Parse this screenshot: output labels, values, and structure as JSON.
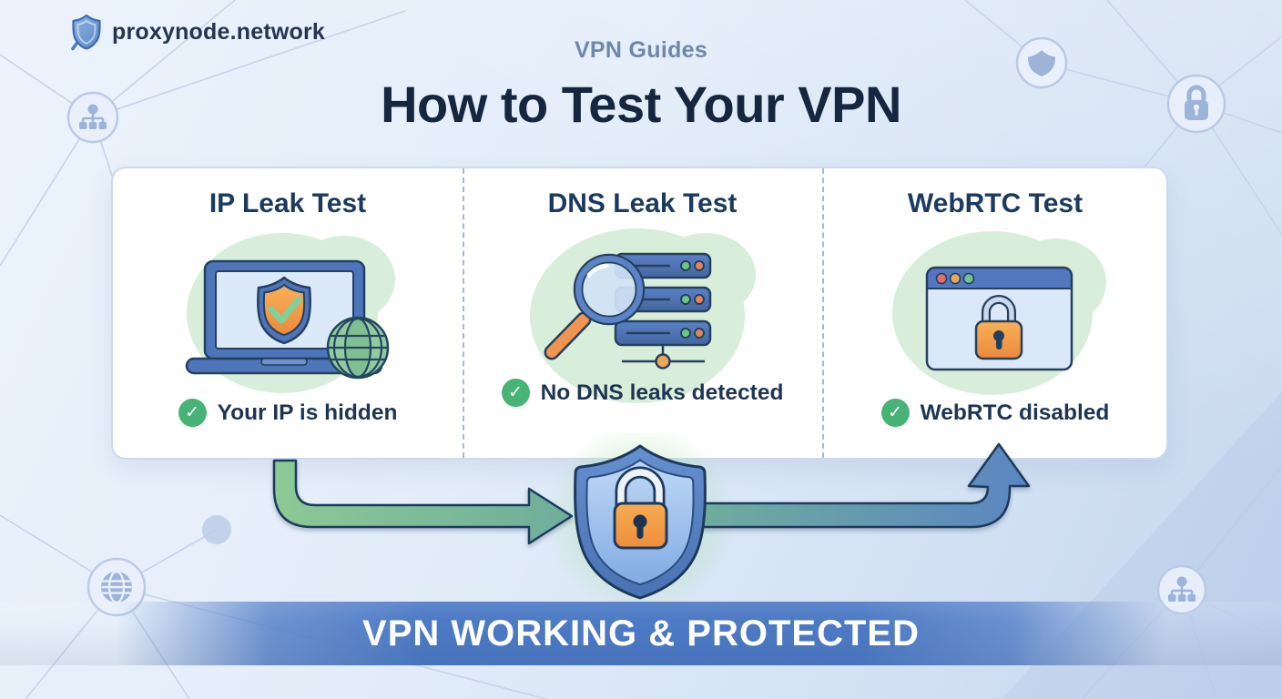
{
  "brand": {
    "name": "proxynode.network",
    "icon": "shield-magnifier-icon"
  },
  "header": {
    "eyebrow": "VPN Guides",
    "title": "How to Test Your VPN"
  },
  "card": {
    "tests": [
      {
        "title": "IP Leak Test",
        "illustration": "laptop-shield-globe-icon",
        "status": "Your IP is hidden",
        "status_ok": true
      },
      {
        "title": "DNS Leak Test",
        "illustration": "magnifier-server-stack-icon",
        "status": "No DNS leaks detected",
        "status_ok": true
      },
      {
        "title": "WebRTC Test",
        "illustration": "browser-padlock-icon",
        "status": "WebRTC disabled",
        "status_ok": true
      }
    ]
  },
  "flow": {
    "center_icon": "shield-lock-icon",
    "left_arrow": "arrow-from-ip-test-to-shield",
    "right_arrow": "arrow-from-shield-to-webrtc-test"
  },
  "banner": {
    "label": "VPN WORKING & PROTECTED"
  },
  "glyphs": {
    "check": "✓"
  },
  "background_icons": [
    "network-tree-icon",
    "shield-icon",
    "lock-icon",
    "globe-icon",
    "network-tree-icon"
  ],
  "colors": {
    "success_green": "#47b377",
    "illustration_blue": "#4e74ba",
    "outline_navy": "#24405f",
    "accent_orange": "#f2a24e",
    "banner_blue": "#4d7ac5",
    "heading_navy": "#16263f",
    "panel_title_navy": "#1c3a60",
    "eyebrow_slate": "#6f88a8",
    "arrow_green": "#8cc995",
    "arrow_blue": "#5b85c3",
    "blob_green": "#d9eddb"
  }
}
